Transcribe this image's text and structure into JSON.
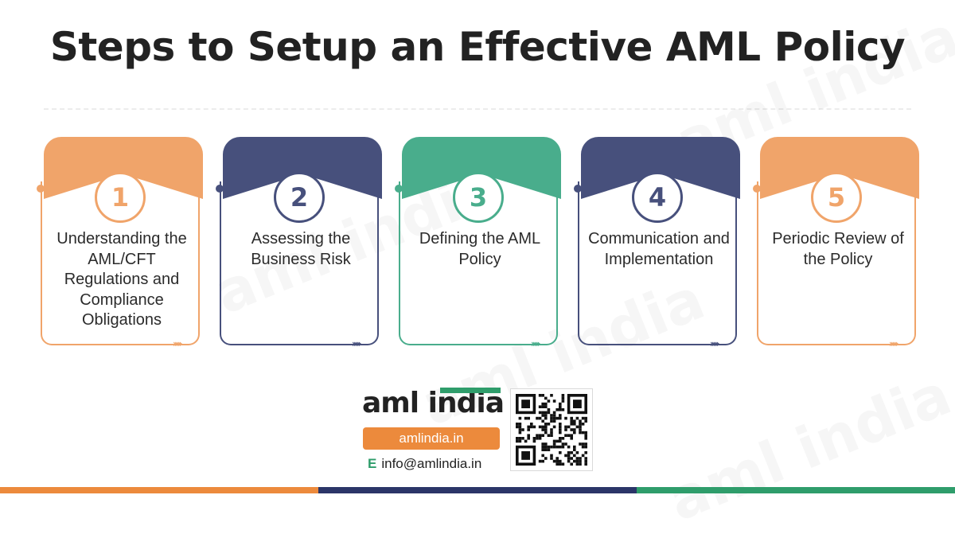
{
  "title": "Steps to Setup an Effective AML Policy",
  "watermark_text": "aml india",
  "steps": [
    {
      "number": "1",
      "text": "Understanding the AML/CFT Regulations and Compliance Obligations",
      "color": "#f0a46a"
    },
    {
      "number": "2",
      "text": "Assessing the Business Risk",
      "color": "#47507c"
    },
    {
      "number": "3",
      "text": "Defining the AML Policy",
      "color": "#49ad8c"
    },
    {
      "number": "4",
      "text": "Communication and Implementation",
      "color": "#47507c"
    },
    {
      "number": "5",
      "text": "Periodic Review of the Policy",
      "color": "#f0a46a"
    }
  ],
  "arrow_glyph": "›››››",
  "footer": {
    "logo": "aml india",
    "website": "amlindia.in",
    "email_label": "E",
    "email": "info@amlindia.in"
  },
  "colors": {
    "orange": "#ec8a3c",
    "navy": "#2b3568",
    "green": "#2f9d6b"
  }
}
